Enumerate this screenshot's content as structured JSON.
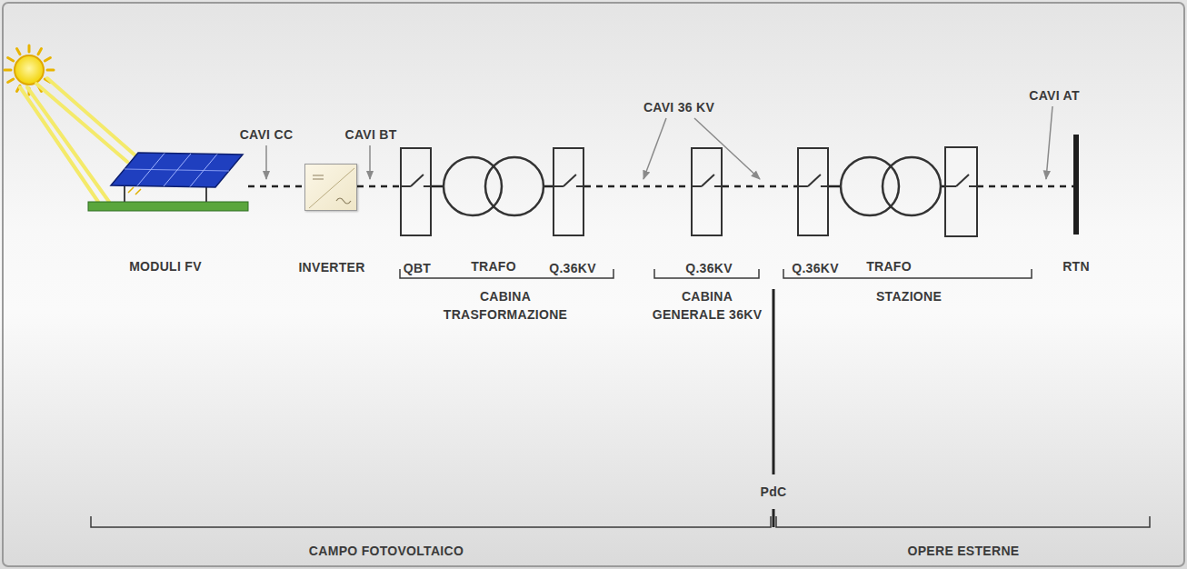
{
  "diagram": {
    "nodes": [
      {
        "text": [
          "MODULI FV"
        ]
      },
      {
        "text": [
          "INVERTER"
        ]
      },
      {
        "text": [
          "QBT"
        ]
      },
      {
        "text": [
          "TRAFO"
        ]
      },
      {
        "text": [
          "Q.36KV"
        ]
      },
      {
        "text": [
          "Q.36KV"
        ]
      },
      {
        "text": [
          "Q.36KV"
        ]
      },
      {
        "text": [
          "TRAFO"
        ]
      },
      {
        "text": [
          "RTN"
        ]
      }
    ],
    "edges": [
      {
        "from": 0,
        "to": 1,
        "arrow": "none"
      },
      {
        "from": 1,
        "to": 2,
        "arrow": "none"
      },
      {
        "from": 2,
        "to": 3,
        "arrow": "none"
      },
      {
        "from": 3,
        "to": 4,
        "arrow": "none"
      },
      {
        "from": 4,
        "to": 5,
        "arrow": "none"
      },
      {
        "from": 5,
        "to": 6,
        "arrow": "none"
      },
      {
        "from": 6,
        "to": 7,
        "arrow": "none"
      },
      {
        "from": 7,
        "to": 8,
        "arrow": "none"
      }
    ],
    "labels": [
      "CAVI CC",
      "CAVI BT",
      "CAVI 36 KV",
      "CAVI AT",
      "CABINA TRASFORMAZIONE",
      "CABINA GENERALE 36KV",
      "STAZIONE",
      "PdC",
      "CAMPO FOTOVOLTAICO",
      "OPERE ESTERNE"
    ]
  }
}
